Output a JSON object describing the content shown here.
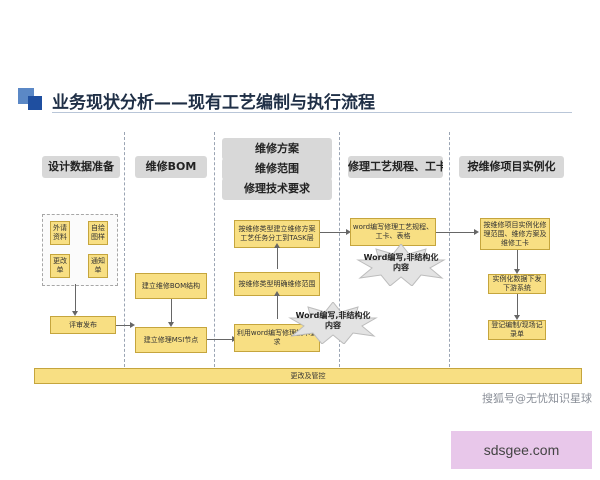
{
  "title": "业务现状分析——现有工艺编制与执行流程",
  "phases": [
    {
      "label": "设计数据准备"
    },
    {
      "label": "维修BOM"
    },
    {
      "label": "维修方案"
    },
    {
      "label": "维修范围"
    },
    {
      "label": "修理技术要求"
    },
    {
      "label": "修理工艺规程、工卡"
    },
    {
      "label": "按维修项目实例化"
    }
  ],
  "boxes": {
    "d1": "外请资料",
    "d2": "自绘图样",
    "d3": "更改单",
    "d4": "通知单",
    "review": "评审发布",
    "bom_build": "建立维修BOM结构",
    "msi": "建立修理MSI节点",
    "task": "按维修类型建立维修方案工艺任务分工到TASK层",
    "scope": "按维修类型明确维修范围",
    "req": "利用word编写修理技术要求",
    "proc": "word编写修理工艺规程、工卡、表格",
    "inst": "按维修项目实例化修理范围、维修方案及维修工卡",
    "down": "实例化数据下发下游系统",
    "record": "登记编制/现场记录单"
  },
  "notes": {
    "note1": "Word编写,非结构化内容",
    "note2": "Word编写,非结构化内容"
  },
  "bottom_bar": "更改及管控",
  "source": "搜狐号@无忧知识星球",
  "watermark": "sdsgee.com",
  "colors": {
    "phase_box": "#d8d8d8",
    "yellow_box": "#f8df83",
    "title_square_dark": "#1f4fa0",
    "title_square_light": "#5b88c6",
    "watermark_bg": "#e8c7ea"
  }
}
